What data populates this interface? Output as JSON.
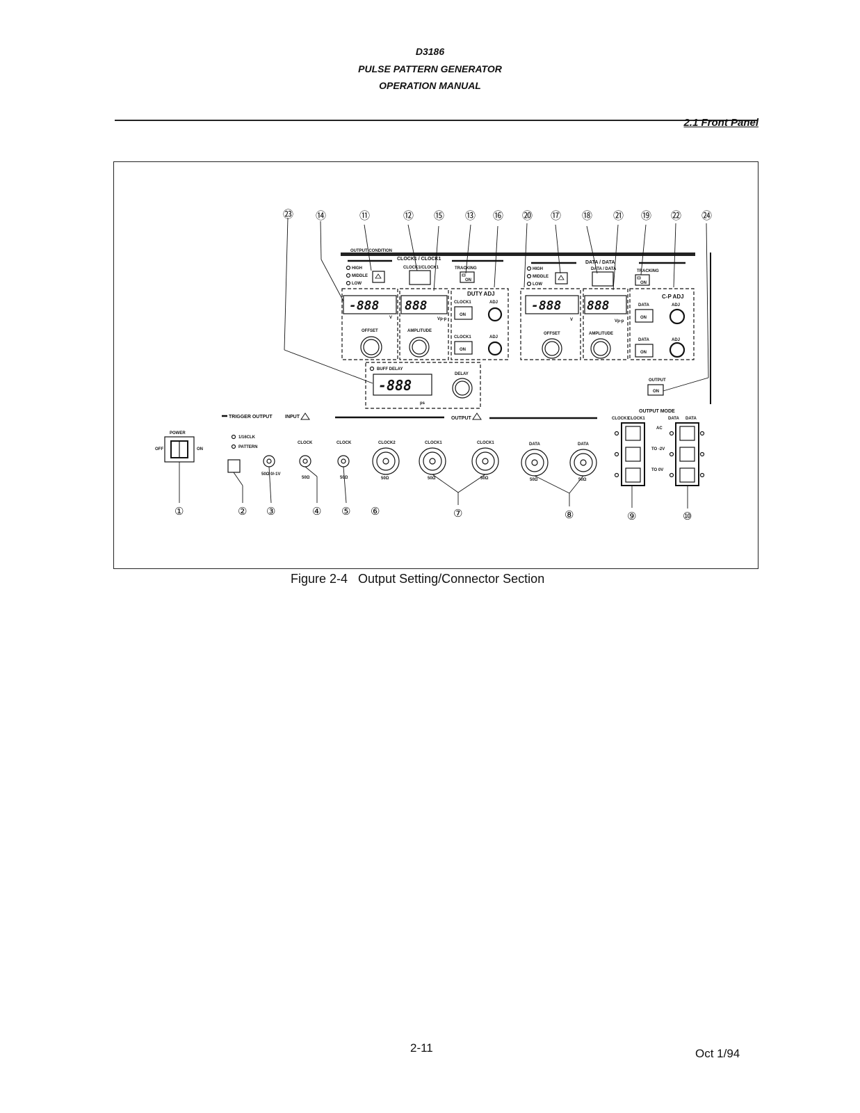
{
  "header": {
    "model": "D3186",
    "title": "PULSE PATTERN GENERATOR",
    "subtitle": "OPERATION MANUAL",
    "section": "2.1 Front Panel"
  },
  "panel": {
    "output_condition": "OUTPUT CONDITION",
    "clock1_title": "CLOCK1 / CLOCK1",
    "data_title": "DATA / DATA",
    "level_high": "HIGH",
    "level_middle": "MIDDLE",
    "level_low": "LOW",
    "clock_toggle": "CLOCK1/CLOCK1",
    "data_toggle": "DATA / DATA",
    "tracking": "TRACKING",
    "on": "ON",
    "duty_adj": "DUTY ADJ",
    "cp_adj": "C-P ADJ",
    "clock1": "CLOCK1",
    "data": "DATA",
    "adj": "ADJ",
    "offset": "OFFSET",
    "amplitude": "AMPLITUDE",
    "unit_v": "V",
    "unit_vpp": "Vp-p",
    "unit_ps": "ps",
    "display_offset": "-888",
    "display_amplitude": "888",
    "display_delay": "-888",
    "delay_label": "DELAY",
    "delay_title": "BUFF DELAY",
    "output_button": "OUTPUT",
    "output_mode": "OUTPUT MODE",
    "mode_ac": "AC",
    "mode_to_2v": "TO -2V",
    "mode_to_0v": "TO 0V",
    "trigger_output": "TRIGGER OUTPUT",
    "input": "INPUT",
    "output": "OUTPUT",
    "trig_1_16": "1/16CLK",
    "trig_pattern": "PATTERN",
    "power": "POWER",
    "off": "OFF",
    "on_sw": "ON",
    "clock": "CLOCK",
    "clock2": "CLOCK2",
    "ohm50": "50Ω",
    "trig_level": "50Ω 0/-1V"
  },
  "callouts": [
    "①",
    "②",
    "③",
    "④",
    "⑤",
    "⑥",
    "⑦",
    "⑧",
    "⑨",
    "⑩",
    "⑪",
    "⑫",
    "⑬",
    "⑭",
    "⑮",
    "⑯",
    "⑰",
    "⑱",
    "⑲",
    "⑳",
    "㉑",
    "㉒",
    "㉓",
    "㉔"
  ],
  "caption": "Figure 2-4   Output Setting/Connector Section",
  "footer": {
    "page": "2-11",
    "date": "Oct 1/94"
  }
}
